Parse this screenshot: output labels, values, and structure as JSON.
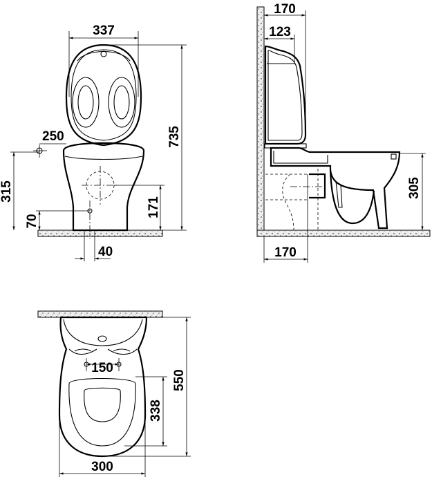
{
  "front_view": {
    "width_top": "337",
    "height_total": "735",
    "supply_offset": "250",
    "supply_height": "315",
    "outlet_height": "171",
    "floor_inlet_height": "70",
    "floor_inlet_offset": "40"
  },
  "side_view": {
    "tank_depth": "170",
    "tank_lid_depth": "123",
    "bowl_height": "305",
    "outlet_distance": "170"
  },
  "top_view": {
    "fixing_spacing": "150",
    "length_total": "550",
    "seat_length": "338",
    "width": "300"
  }
}
